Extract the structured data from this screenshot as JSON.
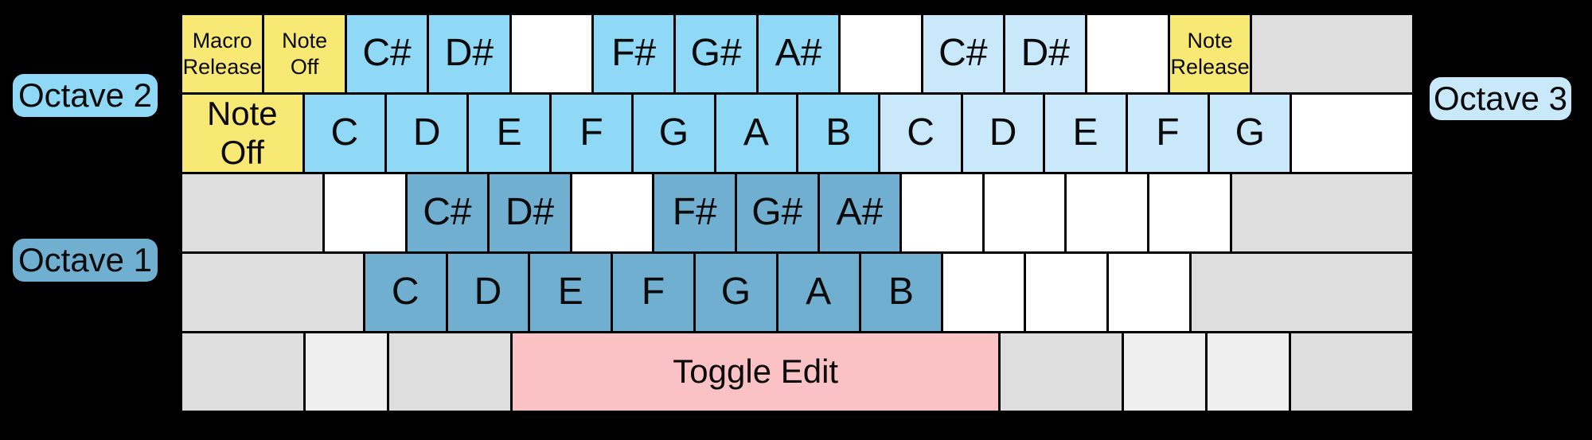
{
  "colors": {
    "background": "#000000",
    "key_border": "#000000",
    "function_yellow": "#F8E874",
    "octave1_blue": "#70AFD0",
    "octave2_blue": "#8FD8F6",
    "octave3_blue": "#C9E9FB",
    "blank_white": "#FFFFFF",
    "modifier_gray": "#DEDEDE",
    "modifier_light_gray": "#EFEFEF",
    "toggle_pink": "#FBC2C5",
    "text": "#0A0A0A"
  },
  "octave_labels": [
    {
      "text": "Octave 2",
      "side": "left",
      "color_key": "octave2_blue"
    },
    {
      "text": "Octave 1",
      "side": "left",
      "color_key": "octave1_blue"
    },
    {
      "text": "Octave 3",
      "side": "right",
      "color_key": "octave3_blue"
    }
  ],
  "keyboard": {
    "rows": [
      {
        "name": "number-row",
        "keys": [
          {
            "label": "Macro\nRelease",
            "type": "function",
            "w": 1,
            "size": "small"
          },
          {
            "label": "Note\nOff",
            "type": "function",
            "w": 1,
            "size": "small"
          },
          {
            "label": "C#",
            "type": "note-oct2",
            "w": 1
          },
          {
            "label": "D#",
            "type": "note-oct2",
            "w": 1
          },
          {
            "label": "",
            "type": "unassigned",
            "w": 1
          },
          {
            "label": "F#",
            "type": "note-oct2",
            "w": 1
          },
          {
            "label": "G#",
            "type": "note-oct2",
            "w": 1
          },
          {
            "label": "A#",
            "type": "note-oct2",
            "w": 1
          },
          {
            "label": "",
            "type": "unassigned",
            "w": 1
          },
          {
            "label": "C#",
            "type": "note-oct3",
            "w": 1
          },
          {
            "label": "D#",
            "type": "note-oct3",
            "w": 1
          },
          {
            "label": "",
            "type": "unassigned",
            "w": 1
          },
          {
            "label": "Note\nRelease",
            "type": "function",
            "w": 1,
            "size": "small"
          },
          {
            "label": "",
            "type": "modifier",
            "w": 2
          }
        ]
      },
      {
        "name": "tab-row",
        "keys": [
          {
            "label": "Note\nOff",
            "type": "function",
            "w": 1.5,
            "size": "medium"
          },
          {
            "label": "C",
            "type": "note-oct2",
            "w": 1
          },
          {
            "label": "D",
            "type": "note-oct2",
            "w": 1
          },
          {
            "label": "E",
            "type": "note-oct2",
            "w": 1
          },
          {
            "label": "F",
            "type": "note-oct2",
            "w": 1
          },
          {
            "label": "G",
            "type": "note-oct2",
            "w": 1
          },
          {
            "label": "A",
            "type": "note-oct2",
            "w": 1
          },
          {
            "label": "B",
            "type": "note-oct2",
            "w": 1
          },
          {
            "label": "C",
            "type": "note-oct3",
            "w": 1
          },
          {
            "label": "D",
            "type": "note-oct3",
            "w": 1
          },
          {
            "label": "E",
            "type": "note-oct3",
            "w": 1
          },
          {
            "label": "F",
            "type": "note-oct3",
            "w": 1
          },
          {
            "label": "G",
            "type": "note-oct3",
            "w": 1
          },
          {
            "label": "",
            "type": "unassigned",
            "w": 1.5
          }
        ]
      },
      {
        "name": "home-row",
        "keys": [
          {
            "label": "",
            "type": "modifier",
            "w": 1.75
          },
          {
            "label": "",
            "type": "unassigned",
            "w": 1
          },
          {
            "label": "C#",
            "type": "note-oct1",
            "w": 1
          },
          {
            "label": "D#",
            "type": "note-oct1",
            "w": 1
          },
          {
            "label": "",
            "type": "unassigned",
            "w": 1
          },
          {
            "label": "F#",
            "type": "note-oct1",
            "w": 1
          },
          {
            "label": "G#",
            "type": "note-oct1",
            "w": 1
          },
          {
            "label": "A#",
            "type": "note-oct1",
            "w": 1
          },
          {
            "label": "",
            "type": "unassigned",
            "w": 1
          },
          {
            "label": "",
            "type": "unassigned",
            "w": 1
          },
          {
            "label": "",
            "type": "unassigned",
            "w": 1
          },
          {
            "label": "",
            "type": "unassigned",
            "w": 1
          },
          {
            "label": "",
            "type": "modifier",
            "w": 2.25
          }
        ]
      },
      {
        "name": "bottom-letter-row",
        "keys": [
          {
            "label": "",
            "type": "modifier",
            "w": 2.25
          },
          {
            "label": "C",
            "type": "note-oct1",
            "w": 1
          },
          {
            "label": "D",
            "type": "note-oct1",
            "w": 1
          },
          {
            "label": "E",
            "type": "note-oct1",
            "w": 1
          },
          {
            "label": "F",
            "type": "note-oct1",
            "w": 1
          },
          {
            "label": "G",
            "type": "note-oct1",
            "w": 1
          },
          {
            "label": "A",
            "type": "note-oct1",
            "w": 1
          },
          {
            "label": "B",
            "type": "note-oct1",
            "w": 1
          },
          {
            "label": "",
            "type": "unassigned",
            "w": 1
          },
          {
            "label": "",
            "type": "unassigned",
            "w": 1
          },
          {
            "label": "",
            "type": "unassigned",
            "w": 1
          },
          {
            "label": "",
            "type": "modifier",
            "w": 2.75
          }
        ]
      },
      {
        "name": "space-row",
        "keys": [
          {
            "label": "",
            "type": "modifier",
            "w": 1.5
          },
          {
            "label": "",
            "type": "modifier-light",
            "w": 1
          },
          {
            "label": "",
            "type": "modifier",
            "w": 1.5
          },
          {
            "label": "Toggle Edit",
            "type": "toggle",
            "w": 6,
            "size": "medium"
          },
          {
            "label": "",
            "type": "modifier",
            "w": 1.5
          },
          {
            "label": "",
            "type": "modifier-light",
            "w": 1
          },
          {
            "label": "",
            "type": "modifier-light",
            "w": 1
          },
          {
            "label": "",
            "type": "modifier",
            "w": 1.5
          }
        ]
      }
    ]
  }
}
